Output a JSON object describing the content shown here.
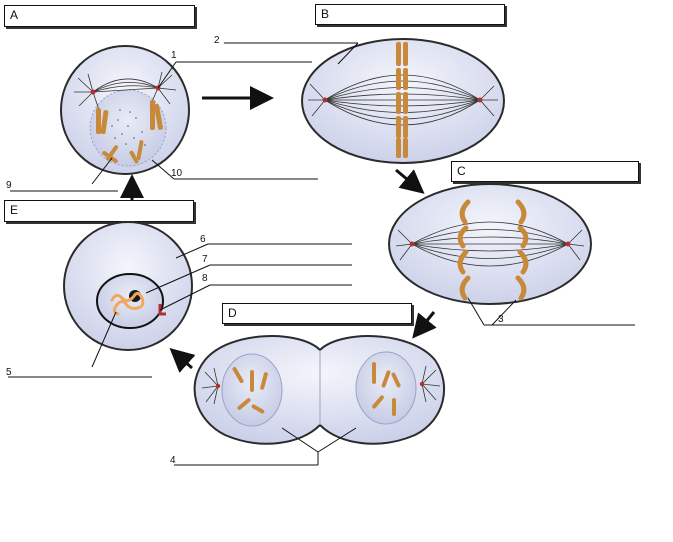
{
  "stage_boxes": [
    {
      "id": "a",
      "label": "A"
    },
    {
      "id": "b",
      "label": "B"
    },
    {
      "id": "c",
      "label": "C"
    },
    {
      "id": "d",
      "label": "D"
    },
    {
      "id": "e",
      "label": "E"
    }
  ],
  "numbers": [
    "1",
    "2",
    "3",
    "4",
    "5",
    "6",
    "7",
    "8",
    "9",
    "10"
  ],
  "colors": {
    "cell_fill": "#dde1f2",
    "cell_stroke": "#2b2b2b",
    "chromosome": "#c8893a",
    "chromosome_light": "#f0a860",
    "centrosome": "#b33030",
    "spindle": "#333333"
  }
}
